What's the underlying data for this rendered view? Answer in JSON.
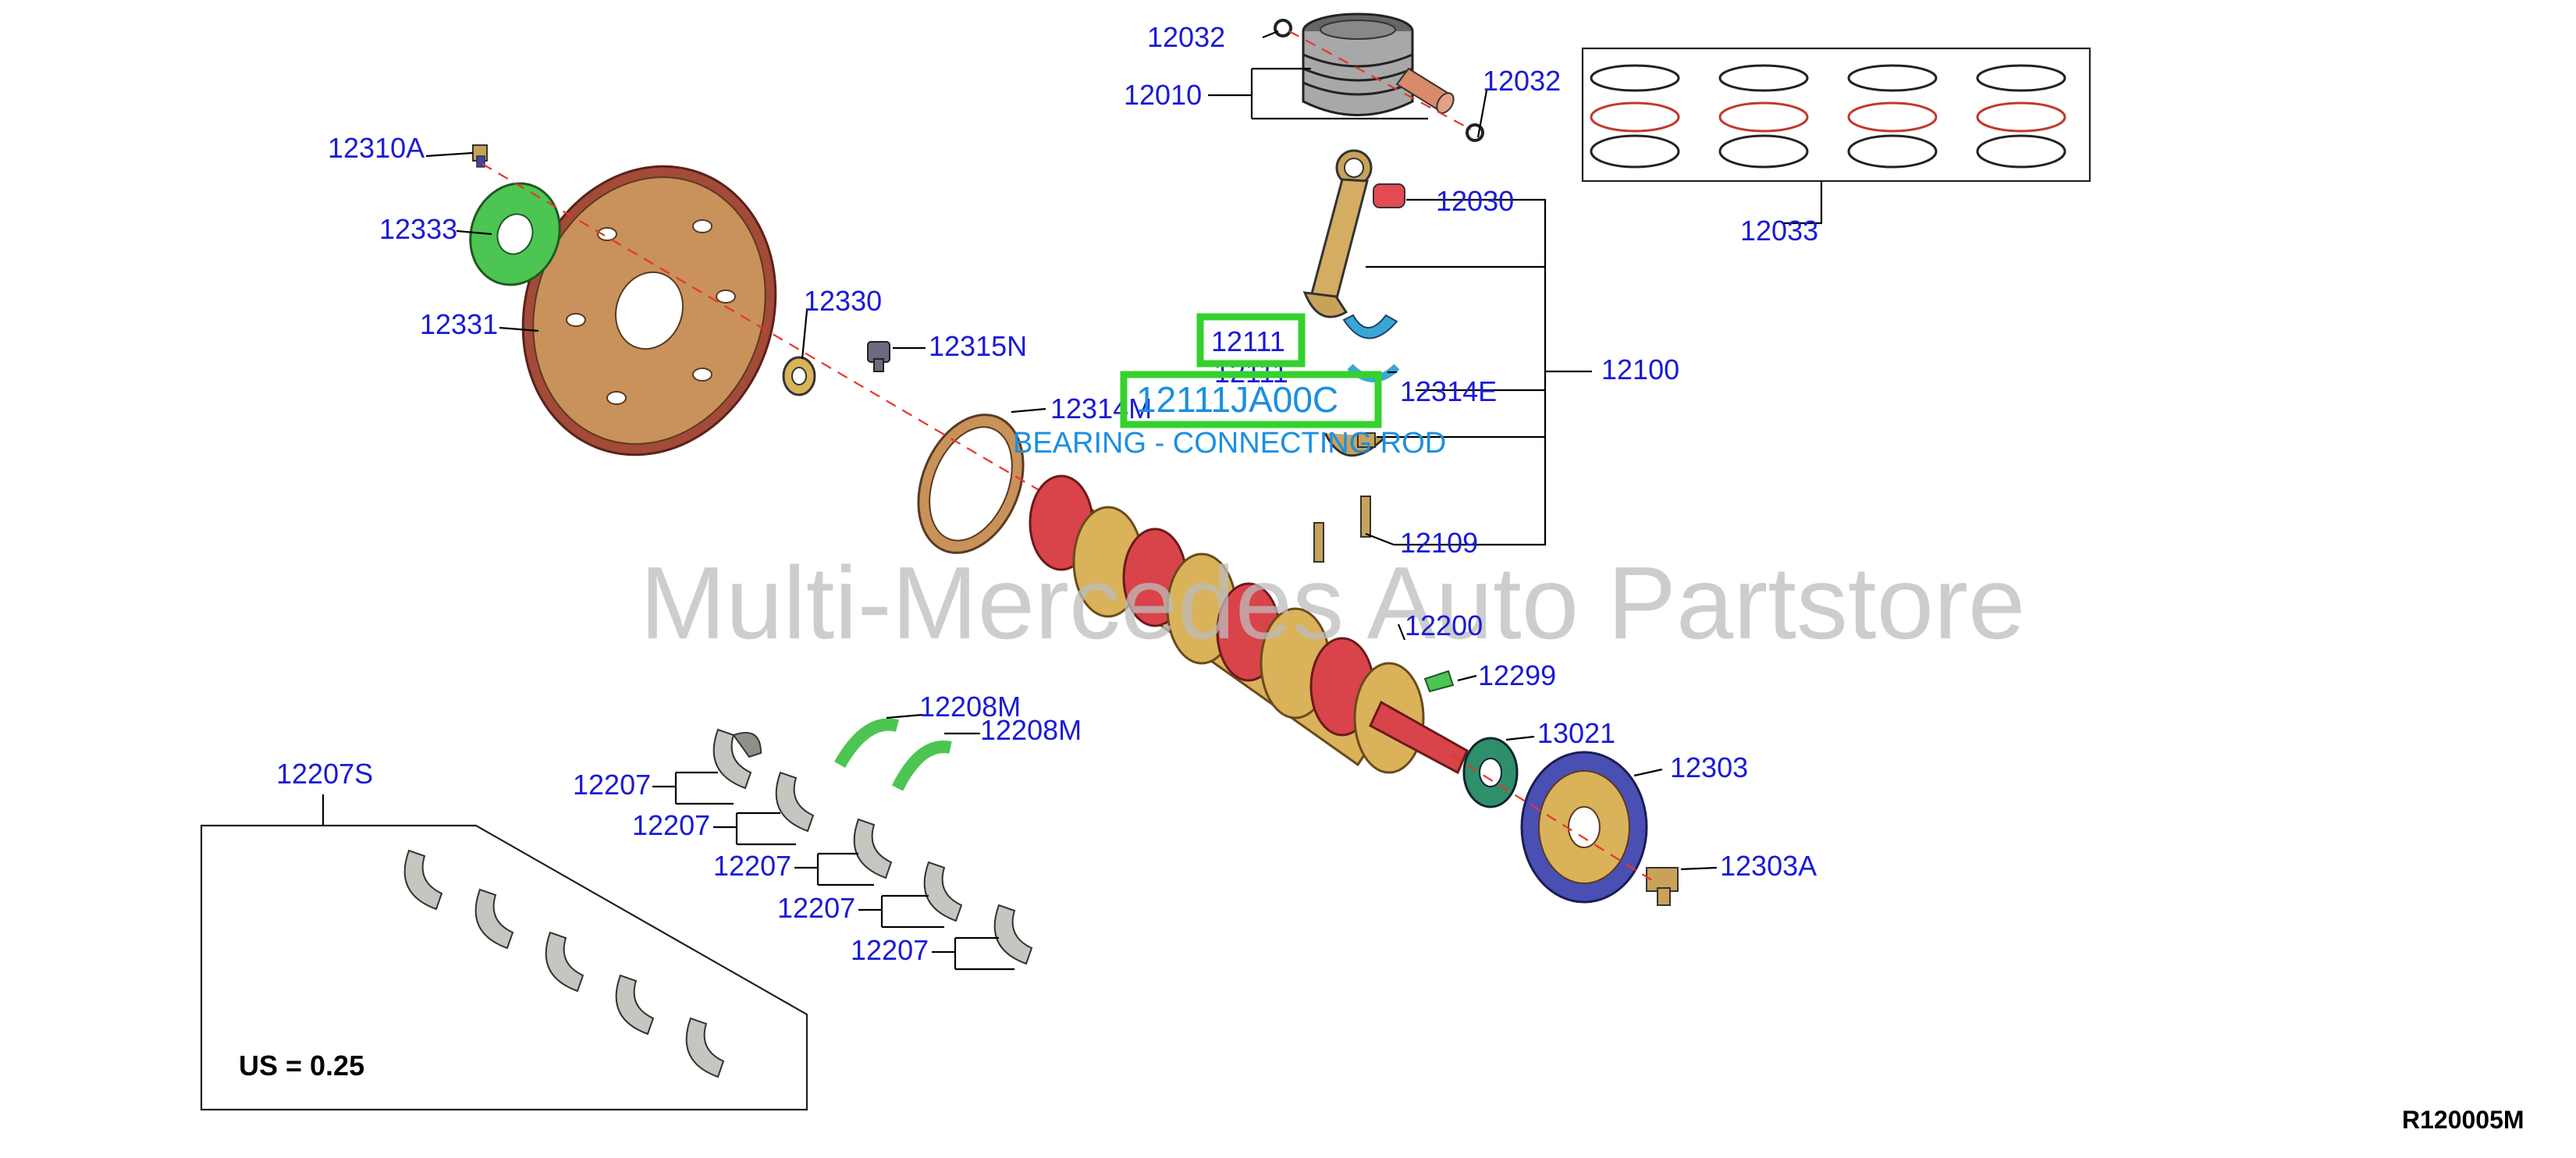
{
  "watermark": "Multi-Mercedes Auto Partstore",
  "diagram_code": "R120005M",
  "undersize_note": "US = 0.25",
  "selected_part": {
    "callout": "12111",
    "number": "12111JA00C",
    "description": "BEARING - CONNECTING ROD"
  },
  "callouts": {
    "c12032a": "12032",
    "c12010": "12010",
    "c12032b": "12032",
    "c12033": "12033",
    "c12310A": "12310A",
    "c12333": "12333",
    "c12331": "12331",
    "c12330": "12330",
    "c12315N": "12315N",
    "c12314M": "12314M",
    "c12030": "12030",
    "c12111b": "12111",
    "c12314E": "12314E",
    "c12100": "12100",
    "c12109": "12109",
    "c12200": "12200",
    "c12299": "12299",
    "c12208Ma": "12208M",
    "c12208Mb": "12208M",
    "c12207S": "12207S",
    "c12207a": "12207",
    "c12207b": "12207",
    "c12207c": "12207",
    "c12207d": "12207",
    "c12207e": "12207",
    "c13021": "13021",
    "c12303": "12303",
    "c12303A": "12303A"
  },
  "colors": {
    "callout_text": "#1a1ad6",
    "highlight": "#35d12e",
    "description_text": "#1b8fe0",
    "centerline": "#e8342c",
    "flywheel": "#c8925a",
    "crank_gold": "#d9b25a",
    "crank_red": "#d9434a",
    "gasket_green": "#4cc552",
    "pulley_blue": "#4a4fb3",
    "rod_bearing_blue": "#3aa6d6"
  }
}
